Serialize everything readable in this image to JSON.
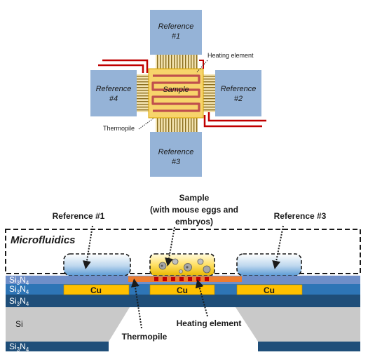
{
  "top_diagram": {
    "reference_1": "Reference #1",
    "reference_2": "Reference #2",
    "reference_3": "Reference #3",
    "reference_4": "Reference #4",
    "sample": "Sample",
    "heating_element": "Heating element",
    "thermopile": "Thermopile"
  },
  "cross_section": {
    "microfluidics": "Microfluidics",
    "reference_1": "Reference #1",
    "reference_3": "Reference #3",
    "sample_title": "Sample",
    "sample_line2": "(with mouse eggs and",
    "sample_line3": "embryos)",
    "cu": "Cu",
    "thermopile": "Thermopile",
    "heating_element": "Heating element",
    "si": "Si",
    "si3n4_parts": {
      "base": "Si",
      "sub1": "3",
      "mid": "N",
      "sub2": "4"
    }
  },
  "colors": {
    "reference_pad": "#95b3d7",
    "sample_gold": "#f6d74a",
    "heater_red": "#c0504d",
    "arrow_red": "#c00000",
    "si3n4_dark": "#1f4e79",
    "si3n4_mid": "#2e75b6",
    "si_gray": "#c9c9c9",
    "cu": "#ffc000",
    "thermopile_orange": "#ed7d31"
  }
}
